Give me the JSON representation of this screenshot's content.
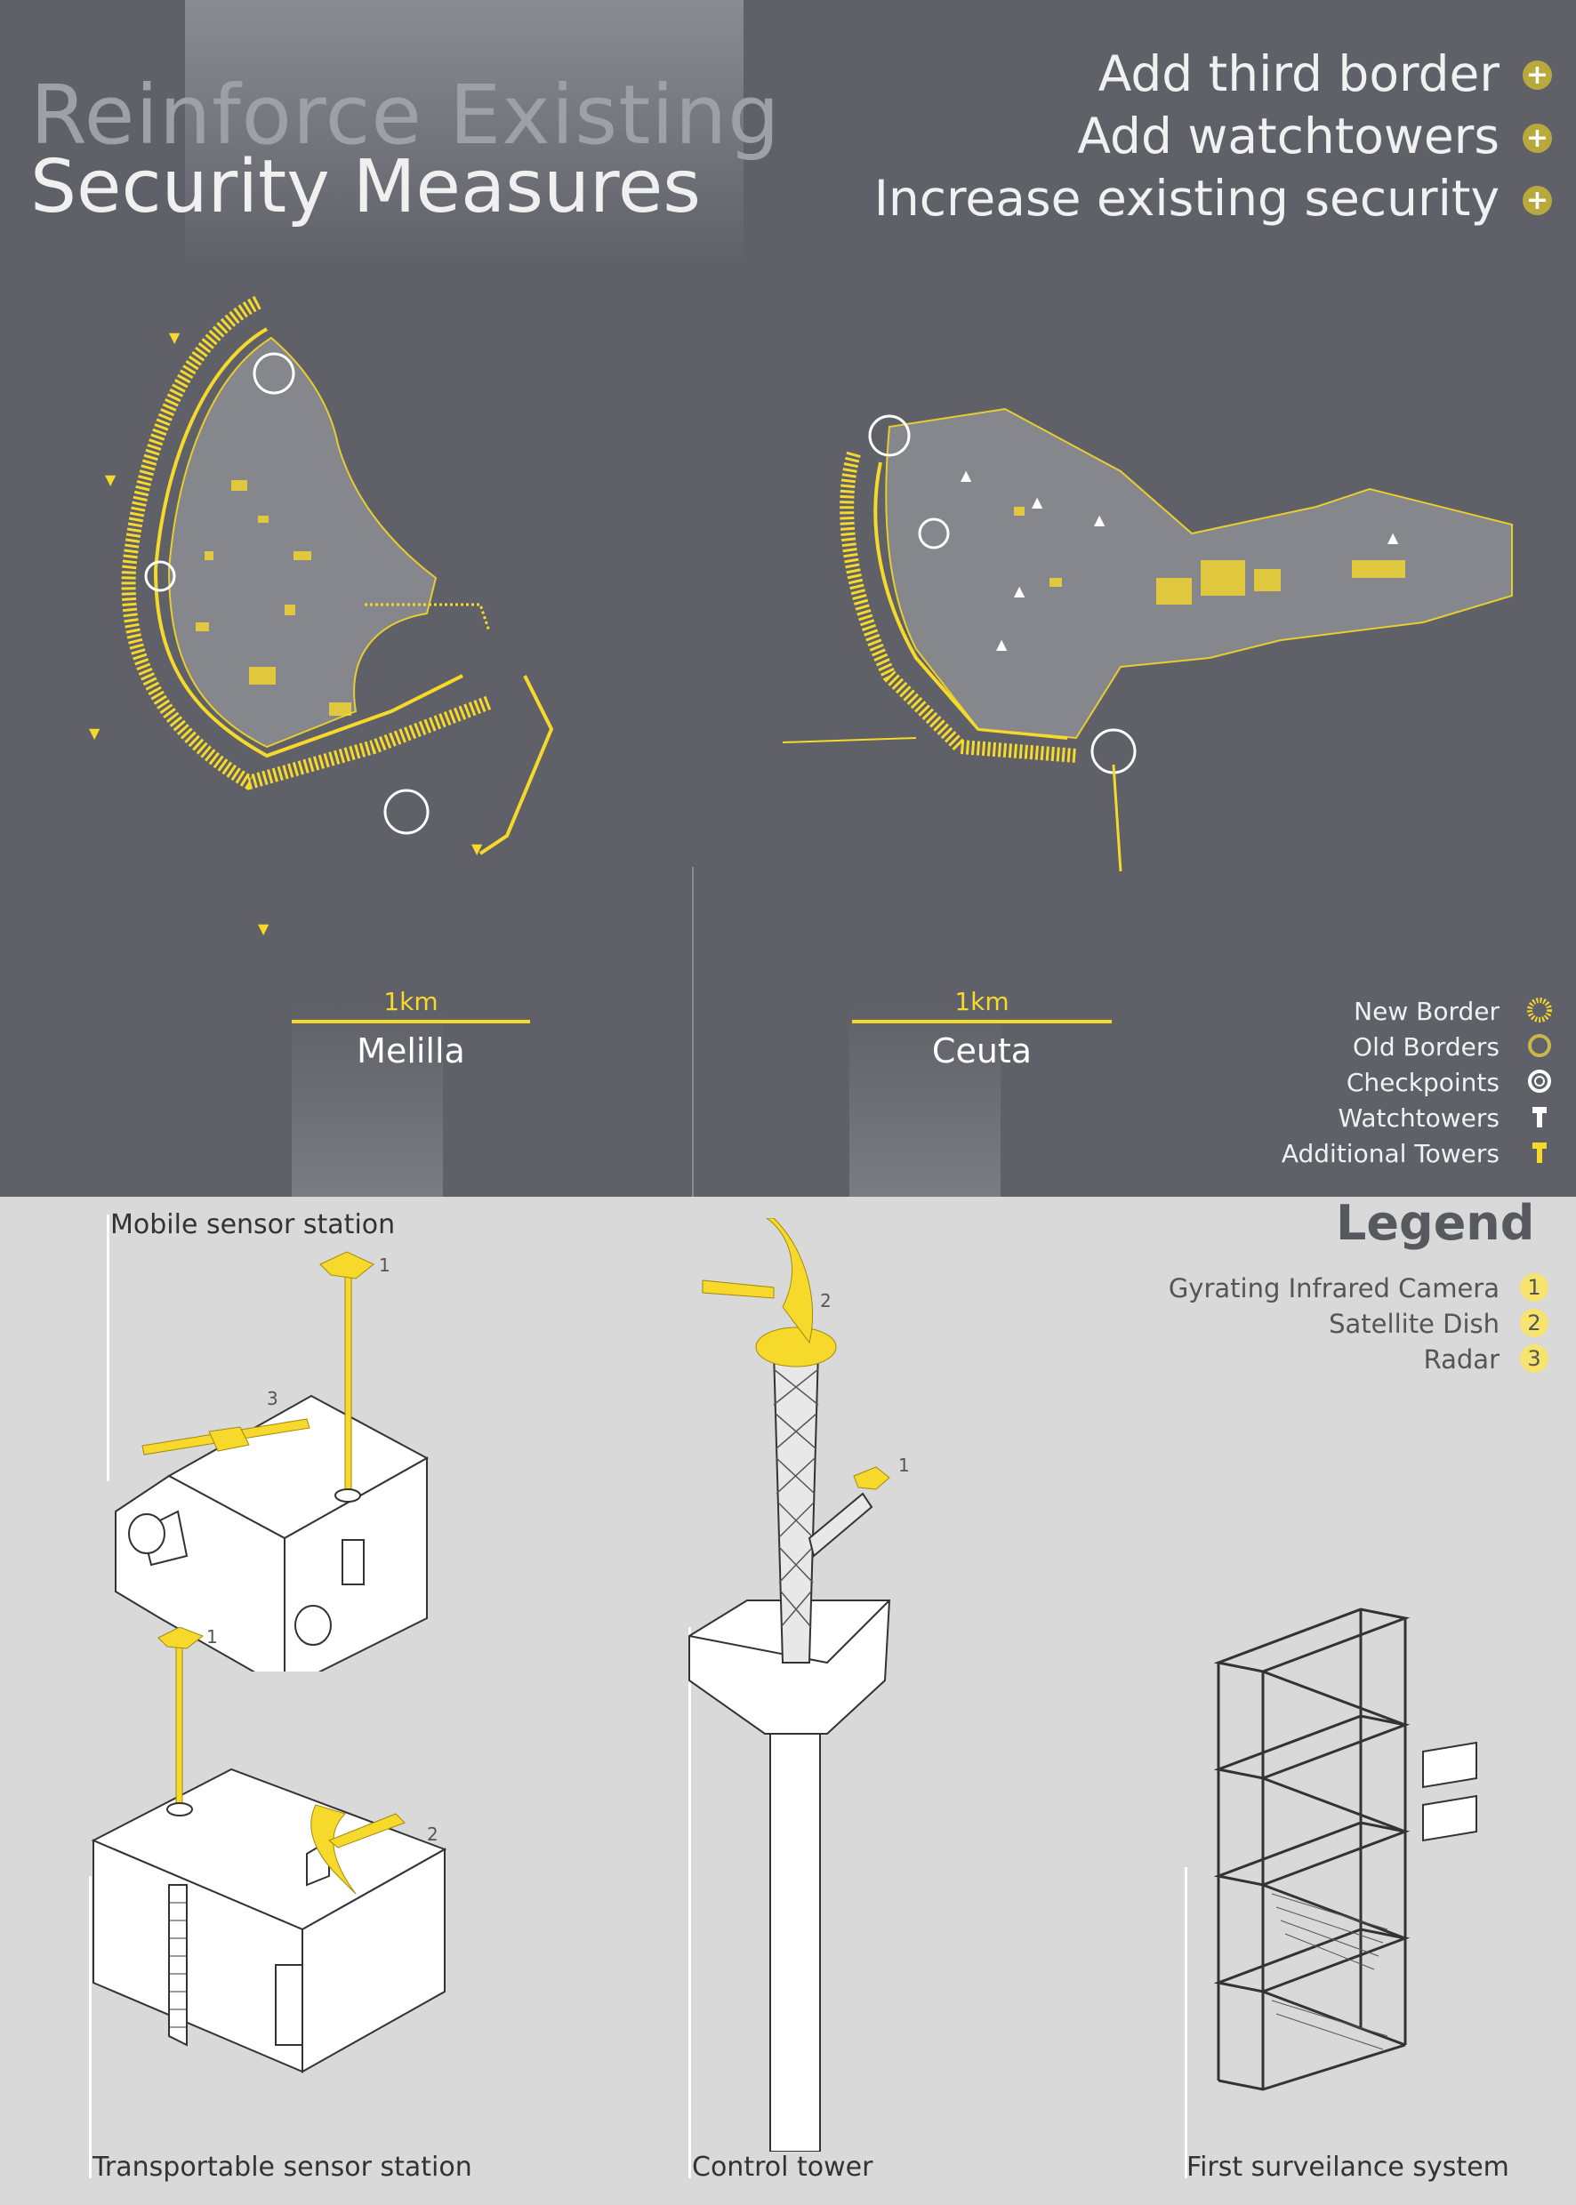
{
  "header": {
    "title_line1": "Reinforce Existing",
    "title_line2": "Security Measures"
  },
  "actions": [
    {
      "label": "Add third border"
    },
    {
      "label": "Add watchtowers"
    },
    {
      "label": "Increase existing security"
    }
  ],
  "maps": {
    "melilla": {
      "name": "Melilla",
      "scale": "1km"
    },
    "ceuta": {
      "name": "Ceuta",
      "scale": "1km"
    }
  },
  "map_legend": [
    {
      "label": "New Border",
      "icon": "new-border-icon"
    },
    {
      "label": "Old Borders",
      "icon": "old-border-icon"
    },
    {
      "label": "Checkpoints",
      "icon": "checkpoint-icon"
    },
    {
      "label": "Watchtowers",
      "icon": "watchtower-icon"
    },
    {
      "label": "Additional Towers",
      "icon": "additional-tower-icon"
    }
  ],
  "equipment_legend": {
    "title": "Legend",
    "items": [
      {
        "label": "Gyrating Infrared Camera",
        "num": "1"
      },
      {
        "label": "Satellite Dish",
        "num": "2"
      },
      {
        "label": "Radar",
        "num": "3"
      }
    ]
  },
  "structures": {
    "mobile": "Mobile sensor station",
    "transportable": "Transportable sensor station",
    "control": "Control tower",
    "first": "First surveilance system"
  },
  "callouts": {
    "n1": "1",
    "n2": "2",
    "n3": "3"
  },
  "colors": {
    "accent": "#f6d92a",
    "dark_bg": "#5f6068",
    "light_bg": "#d9d9d9",
    "plus": "#b7a93c"
  }
}
